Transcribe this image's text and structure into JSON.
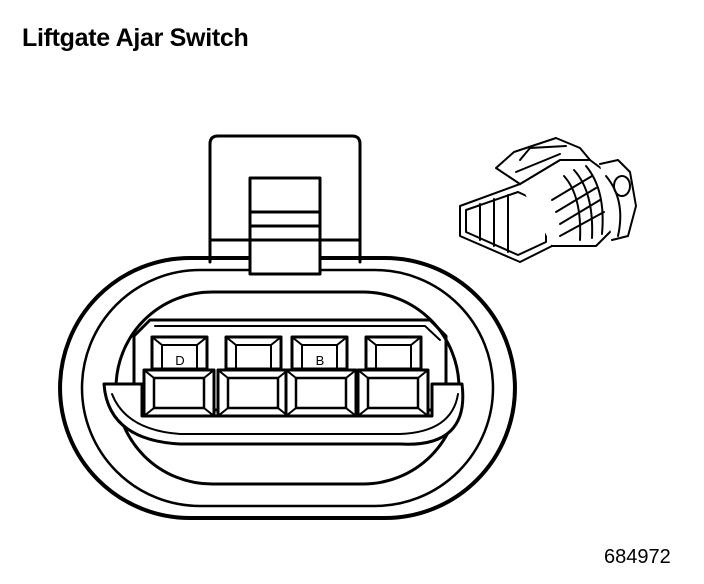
{
  "title": "Liftgate Ajar Switch",
  "figure_number": "684972",
  "cavity_labels": [
    "D",
    "B"
  ]
}
